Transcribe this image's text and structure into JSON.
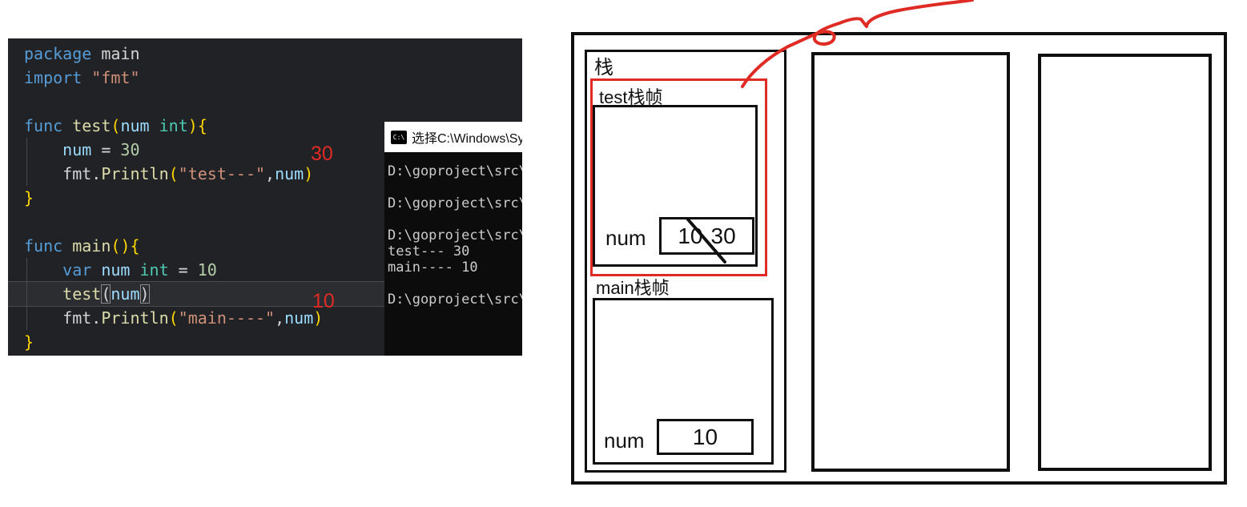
{
  "colors": {
    "ink_red": "#df2b23",
    "editor_bg": "#212226",
    "terminal_bg": "#0c0c0c",
    "syntax": {
      "kw": "#569cd6",
      "fn": "#dcdcaa",
      "vr": "#9cdcfe",
      "ty": "#4ec9b0",
      "str": "#ce9178",
      "num": "#b5cea8",
      "br": "#ffd700",
      "pl": "#d4d4d4"
    }
  },
  "editor": {
    "lines": [
      {
        "tokens": [
          {
            "c": "kw",
            "t": "package"
          },
          {
            "c": "pl",
            "t": " main"
          }
        ]
      },
      {
        "tokens": [
          {
            "c": "kw",
            "t": "import"
          },
          {
            "c": "pl",
            "t": " "
          },
          {
            "c": "str",
            "t": "\"fmt\""
          }
        ]
      },
      {
        "tokens": []
      },
      {
        "tokens": [
          {
            "c": "kw",
            "t": "func"
          },
          {
            "c": "pl",
            "t": " "
          },
          {
            "c": "fn",
            "t": "test"
          },
          {
            "c": "br",
            "t": "("
          },
          {
            "c": "vr",
            "t": "num"
          },
          {
            "c": "pl",
            "t": " "
          },
          {
            "c": "ty",
            "t": "int"
          },
          {
            "c": "br",
            "t": ")"
          },
          {
            "c": "br",
            "t": "{"
          }
        ]
      },
      {
        "tokens": [
          {
            "c": "pl",
            "t": "    "
          },
          {
            "c": "vr",
            "t": "num"
          },
          {
            "c": "pl",
            "t": " = "
          },
          {
            "c": "num",
            "t": "30"
          }
        ]
      },
      {
        "tokens": [
          {
            "c": "pl",
            "t": "    fmt."
          },
          {
            "c": "fn",
            "t": "Println"
          },
          {
            "c": "br",
            "t": "("
          },
          {
            "c": "str",
            "t": "\"test---\""
          },
          {
            "c": "pl",
            "t": ","
          },
          {
            "c": "vr",
            "t": "num"
          },
          {
            "c": "br",
            "t": ")"
          }
        ]
      },
      {
        "tokens": [
          {
            "c": "br",
            "t": "}"
          }
        ]
      },
      {
        "tokens": []
      },
      {
        "tokens": [
          {
            "c": "kw",
            "t": "func"
          },
          {
            "c": "pl",
            "t": " "
          },
          {
            "c": "fn",
            "t": "main"
          },
          {
            "c": "br",
            "t": "("
          },
          {
            "c": "br",
            "t": ")"
          },
          {
            "c": "br",
            "t": "{"
          }
        ]
      },
      {
        "tokens": [
          {
            "c": "pl",
            "t": "    "
          },
          {
            "c": "kw",
            "t": "var"
          },
          {
            "c": "pl",
            "t": " "
          },
          {
            "c": "vr",
            "t": "num"
          },
          {
            "c": "pl",
            "t": " "
          },
          {
            "c": "ty",
            "t": "int"
          },
          {
            "c": "pl",
            "t": " = "
          },
          {
            "c": "num",
            "t": "10"
          }
        ]
      },
      {
        "tokens": [
          {
            "c": "pl",
            "t": "    "
          },
          {
            "c": "fn",
            "t": "test"
          },
          {
            "c": "pb",
            "t": "("
          },
          {
            "c": "vr",
            "t": "num"
          },
          {
            "c": "pb",
            "t": ")"
          }
        ]
      },
      {
        "tokens": [
          {
            "c": "pl",
            "t": "    fmt."
          },
          {
            "c": "fn",
            "t": "Println"
          },
          {
            "c": "br",
            "t": "("
          },
          {
            "c": "str",
            "t": "\"main----\""
          },
          {
            "c": "pl",
            "t": ","
          },
          {
            "c": "vr",
            "t": "num"
          },
          {
            "c": "br",
            "t": ")"
          }
        ]
      },
      {
        "tokens": [
          {
            "c": "br",
            "t": "}"
          }
        ]
      }
    ],
    "annotations": {
      "test_result": "30",
      "main_result": "10"
    }
  },
  "terminal": {
    "title": "选择C:\\Windows\\Sy",
    "icon": "cmd-icon",
    "icon_glyph": "C:\\",
    "lines": [
      "D:\\goproject\\src\\",
      "",
      "D:\\goproject\\src\\",
      "",
      "D:\\goproject\\src\\",
      "test--- 30",
      "main---- 10",
      "",
      "D:\\goproject\\src\\"
    ]
  },
  "diagram": {
    "stack_label": "栈",
    "test_frame": {
      "label": "test栈帧",
      "var_name": "num",
      "old_value": "10",
      "new_value": "30"
    },
    "main_frame": {
      "label": "main栈帧",
      "var_name": "num",
      "value": "10"
    }
  }
}
